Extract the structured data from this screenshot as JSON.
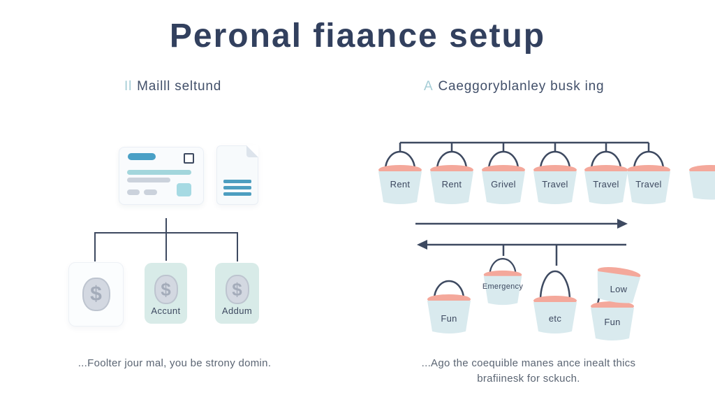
{
  "title": "Peronal fiaance setup",
  "currency_symbol": "$",
  "left": {
    "heading_prefix": "Il",
    "heading": "Mailll seltund",
    "boxes": [
      {
        "label": ""
      },
      {
        "label": "Accunt"
      },
      {
        "label": "Addum"
      }
    ],
    "caption": "...Foolter jour mal, you be strony domin."
  },
  "right": {
    "heading_prefix": "A",
    "heading": "Caeggoryblanley busk ing",
    "top_buckets": [
      "Rent",
      "Rent",
      "Grivel",
      "Travel",
      "Travel",
      "Travel"
    ],
    "bottom_buckets": [
      "Fun",
      "Emergency",
      "etc",
      "Low",
      "Fun"
    ],
    "caption_line1": "...Ago the coequible manes ance inealt thics",
    "caption_line2": "brafiinesk for sckuch."
  },
  "colors": {
    "title": "#32405e",
    "heading": "#42506a",
    "heading-prefix": "#a5cdd6",
    "line": "#3d4960",
    "bucket": "#d9eaee",
    "rim": "#f4a89b",
    "box-teal": "#d8ebe8",
    "caption": "#5b6573",
    "accent-blue": "#4aa0c6",
    "accent-teal": "#a3d6dc",
    "bar-gray": "#cbd2dc",
    "teal-square": "#a6dae3",
    "doc-line": "#4d9ec0",
    "coin-fill": "#d3d8e1",
    "coin-ring": "#bdc4cf",
    "coin-text": "#a4acba"
  }
}
